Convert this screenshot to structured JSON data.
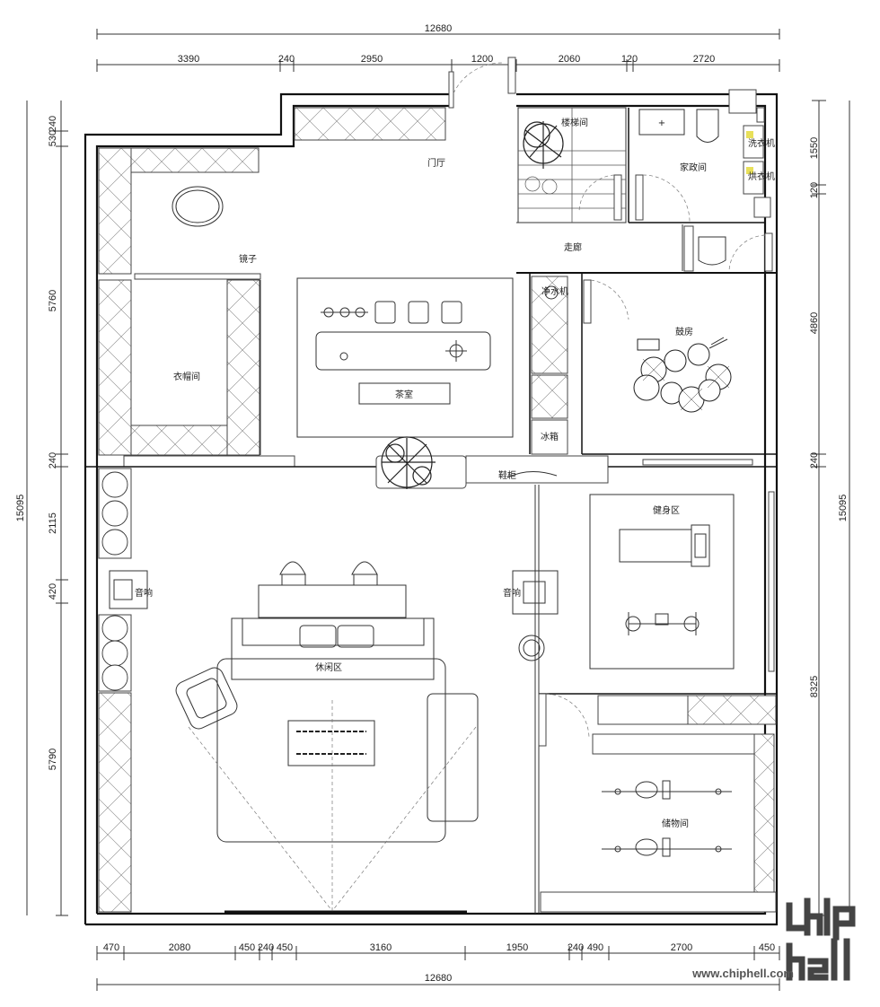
{
  "dimensions": {
    "overall_top": "12680",
    "top": [
      "3390",
      "240",
      "2950",
      "1200",
      "2060",
      "120",
      "2720"
    ],
    "overall_bottom": "12680",
    "bottom": [
      "470",
      "2080",
      "450",
      "240",
      "450",
      "3160",
      "1950",
      "240",
      "490",
      "2700",
      "450"
    ],
    "left_total": "15095",
    "left": [
      "240",
      "530",
      "5760",
      "240",
      "2115",
      "420",
      "5790"
    ],
    "right_total": "15095",
    "right": [
      "1550",
      "120",
      "4860",
      "240",
      "8325"
    ]
  },
  "rooms": {
    "entrance": "门厅",
    "stairs": "楼梯间",
    "housekeeping": "家政间",
    "corridor": "走廊",
    "mirror": "镜子",
    "cloakroom": "衣帽间",
    "tearoom": "茶室",
    "drum_room": "鼓房",
    "fridge": "冰箱",
    "gym": "健身区",
    "speaker_left": "音响",
    "speaker_right": "音响",
    "lounge": "休闲区",
    "storage": "储物间",
    "washer": "洗衣机",
    "dryer": "烘衣机",
    "water_purifier": "净水机",
    "shoe_cabinet": "鞋柜"
  },
  "watermark": {
    "url": "www.chiphell.com",
    "logo": "chiphell"
  }
}
